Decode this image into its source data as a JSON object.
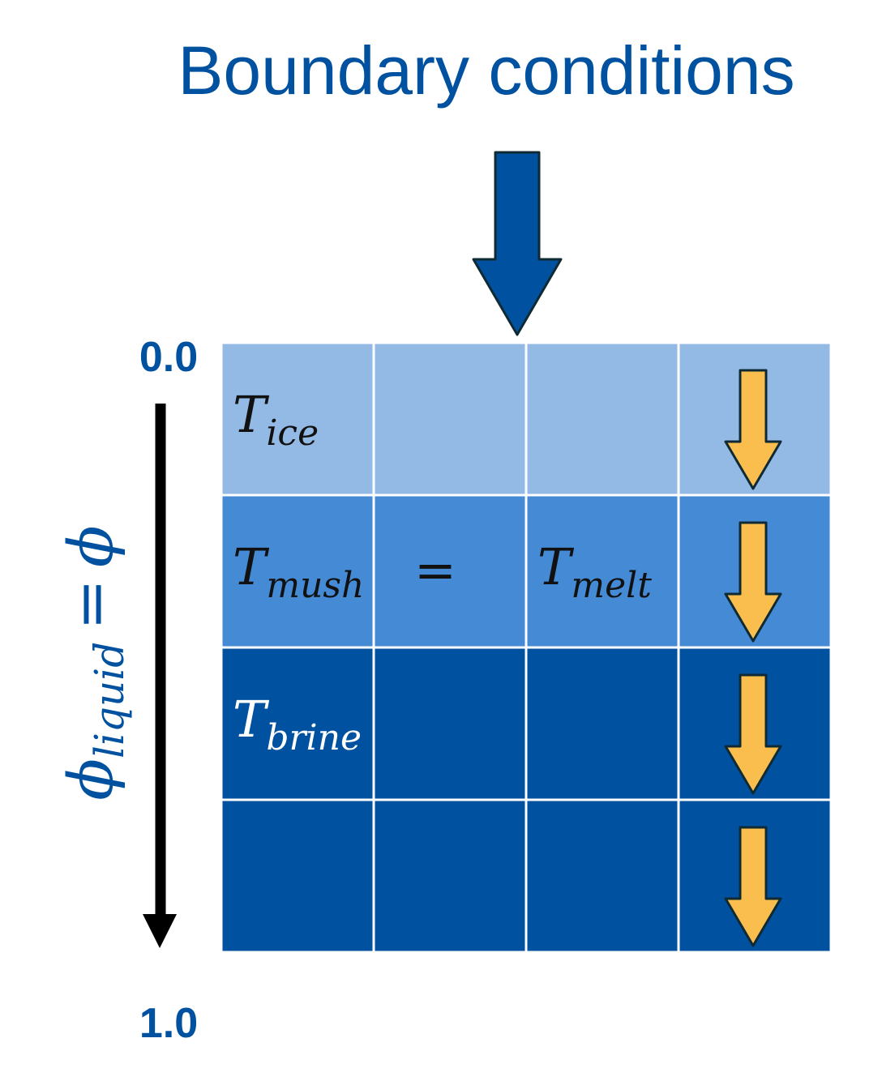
{
  "title": "Boundary conditions",
  "colors": {
    "accent": "#00519f",
    "row_light": "#93bae5",
    "row_medium": "#448ad4",
    "row_dark": "#00519f",
    "flux_arrow": "#f9be4e",
    "outline": "#0f2a33",
    "gridline": "#ffffff"
  },
  "axis": {
    "top_value": "0.0",
    "bottom_value": "1.0",
    "label_symbol": "ϕ",
    "label_subscript": "liquid",
    "label_equals": "=",
    "label_rhs": "ϕ"
  },
  "rows": [
    {
      "fill": "#93bae5",
      "cells": [
        {
          "main": "T",
          "sub": "ice"
        },
        null,
        null,
        null
      ]
    },
    {
      "fill": "#448ad4",
      "cells": [
        {
          "main": "T",
          "sub": "mush"
        },
        {
          "text": "="
        },
        {
          "main": "T",
          "sub": "melt"
        },
        null
      ]
    },
    {
      "fill": "#00519f",
      "cells": [
        {
          "main": "T",
          "sub": "brine"
        },
        null,
        null,
        null
      ]
    },
    {
      "fill": "#00519f",
      "cells": [
        null,
        null,
        null,
        null
      ]
    }
  ],
  "icons": {
    "top_arrow": "boundary-flux-arrow-icon",
    "row_arrow": "heat-flux-arrow-icon",
    "axis_arrow": "axis-arrow-icon"
  }
}
